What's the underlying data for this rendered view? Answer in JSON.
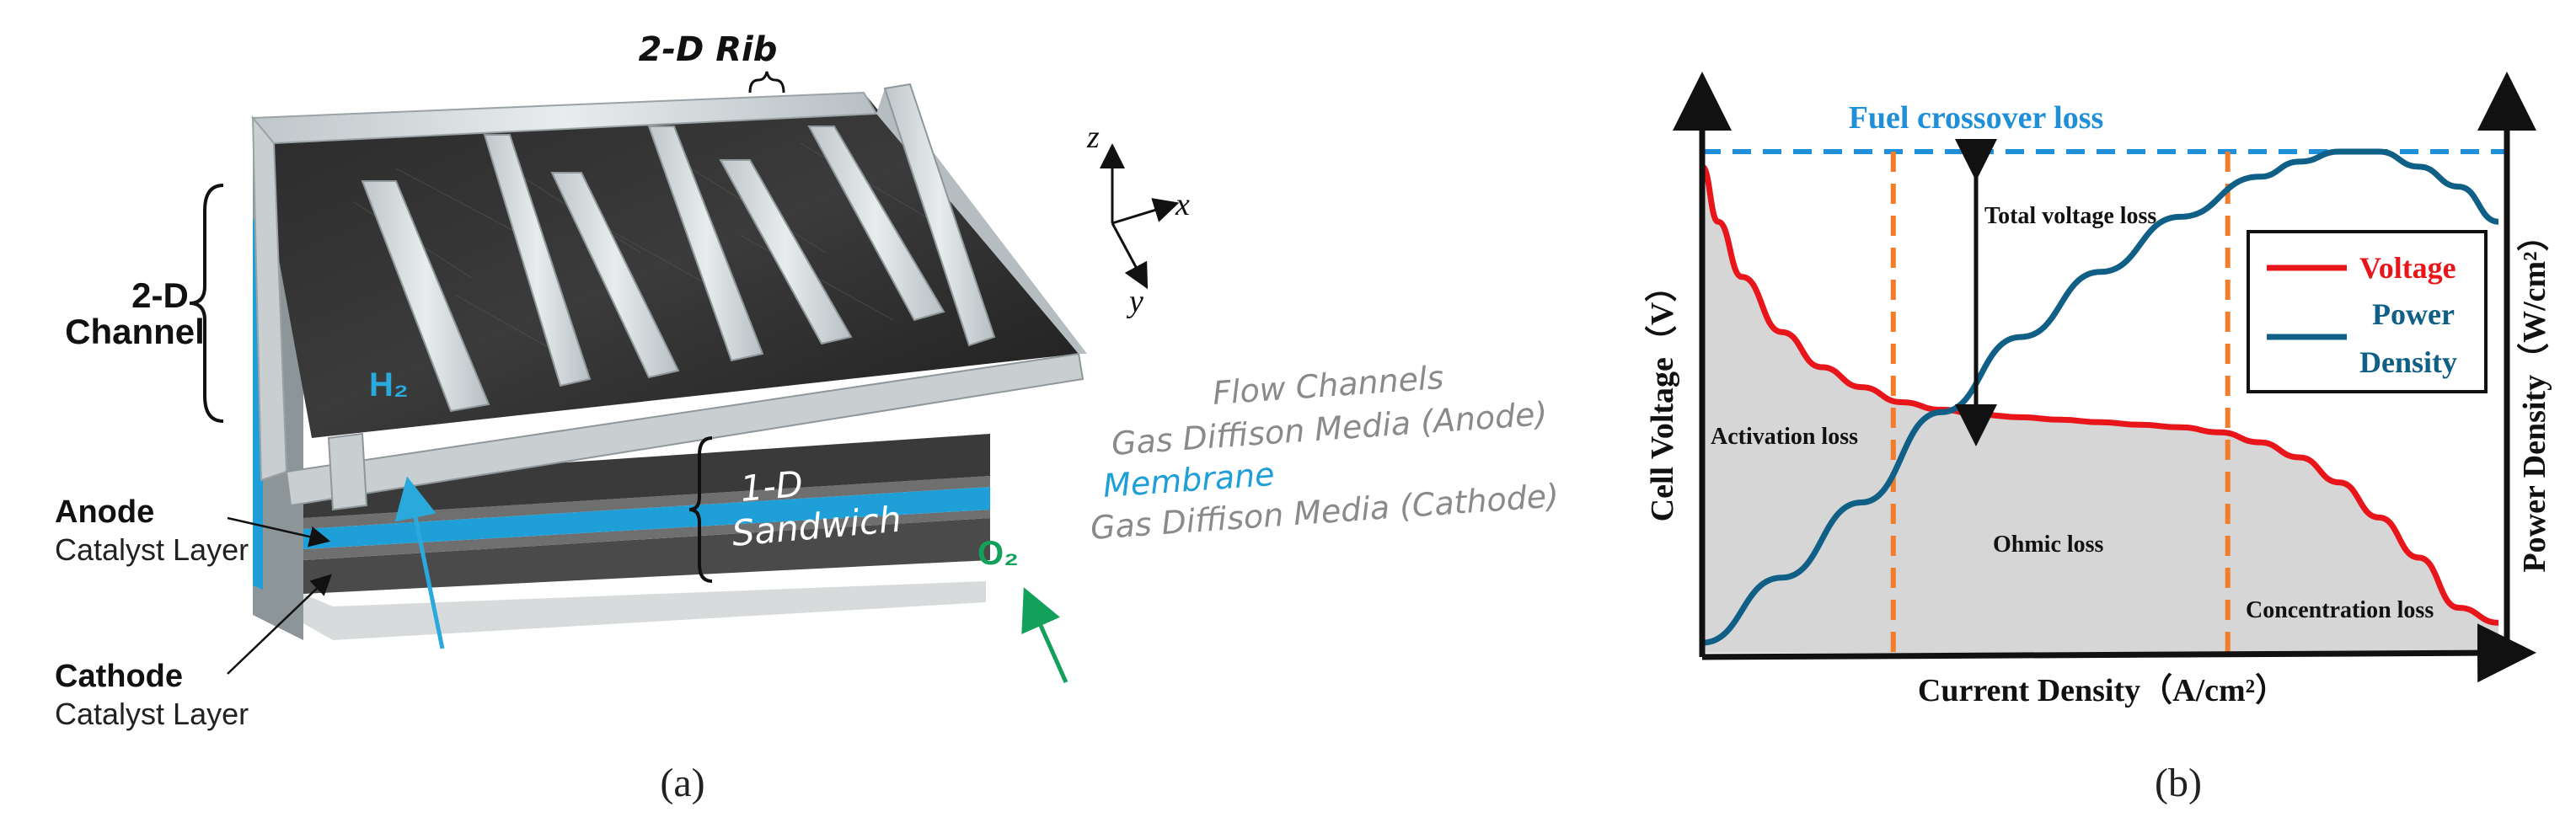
{
  "panel_a": {
    "caption": "(a)",
    "rib_label": "2-D Rib",
    "channel_label_line1": "2-D",
    "channel_label_line2": "Channel",
    "axis_z": "z",
    "axis_x": "x",
    "axis_y": "y",
    "h2_label": "H₂",
    "o2_label": "O₂",
    "sandwich_line1": "1-D",
    "sandwich_line2": "Sandwich",
    "layer_flow_channels": "Flow Channels",
    "layer_gdm_anode": "Gas Diffison Media (Anode)",
    "layer_membrane": "Membrane",
    "layer_gdm_cathode": "Gas Diffison Media (Cathode)",
    "anode_line1": "Anode",
    "anode_line2": "Catalyst Layer",
    "cathode_line1": "Cathode",
    "cathode_line2": "Catalyst Layer",
    "colors": {
      "membrane": "#1f9fd8",
      "h2_arrow": "#2aa9dc",
      "o2_arrow": "#13a05a",
      "label_gray": "#8a8a8a"
    }
  },
  "panel_b": {
    "caption": "(b)",
    "chart_data": {
      "type": "line",
      "xlabel": "Current Density（A/cm²）",
      "ylabel_left": "Cell Voltage（V）",
      "ylabel_right": "Power Density（W/cm²）",
      "ticks": "none",
      "series": [
        {
          "name": "Voltage",
          "color": "#e8161b",
          "x": [
            0,
            0.02,
            0.05,
            0.1,
            0.15,
            0.2,
            0.25,
            0.3,
            0.35,
            0.4,
            0.45,
            0.5,
            0.55,
            0.6,
            0.65,
            0.7,
            0.75,
            0.8,
            0.85,
            0.9,
            0.95,
            1.0
          ],
          "y": [
            0.97,
            0.86,
            0.75,
            0.64,
            0.57,
            0.53,
            0.5,
            0.485,
            0.475,
            0.47,
            0.465,
            0.46,
            0.455,
            0.45,
            0.44,
            0.42,
            0.39,
            0.34,
            0.27,
            0.19,
            0.09,
            0.06
          ]
        },
        {
          "name": "Power Density",
          "color": "#0f5f86",
          "x": [
            0,
            0.1,
            0.2,
            0.3,
            0.4,
            0.5,
            0.6,
            0.7,
            0.75,
            0.8,
            0.85,
            0.9,
            0.95,
            1.0
          ],
          "y": [
            0.02,
            0.15,
            0.3,
            0.48,
            0.63,
            0.76,
            0.87,
            0.95,
            0.98,
            1.0,
            1.0,
            0.97,
            0.93,
            0.86
          ]
        }
      ],
      "reference_lines": [
        {
          "label": "Fuel crossover loss",
          "type": "horizontal",
          "y": 1.0,
          "color": "#1f8fd8"
        },
        {
          "type": "vertical",
          "x": 0.24,
          "color": "#f07c2c"
        },
        {
          "type": "vertical",
          "x": 0.66,
          "color": "#f07c2c"
        }
      ],
      "annotations": [
        {
          "text": "Total voltage loss",
          "x": 0.35,
          "y": 0.91
        },
        {
          "text": "Activation loss",
          "x": 0.12,
          "y": 0.44
        },
        {
          "text": "Ohmic  loss",
          "x": 0.45,
          "y": 0.22
        },
        {
          "text": "Concentration loss",
          "x": 0.83,
          "y": 0.08
        }
      ],
      "legend_position": "top-right",
      "shaded_area": "under Voltage curve"
    }
  }
}
